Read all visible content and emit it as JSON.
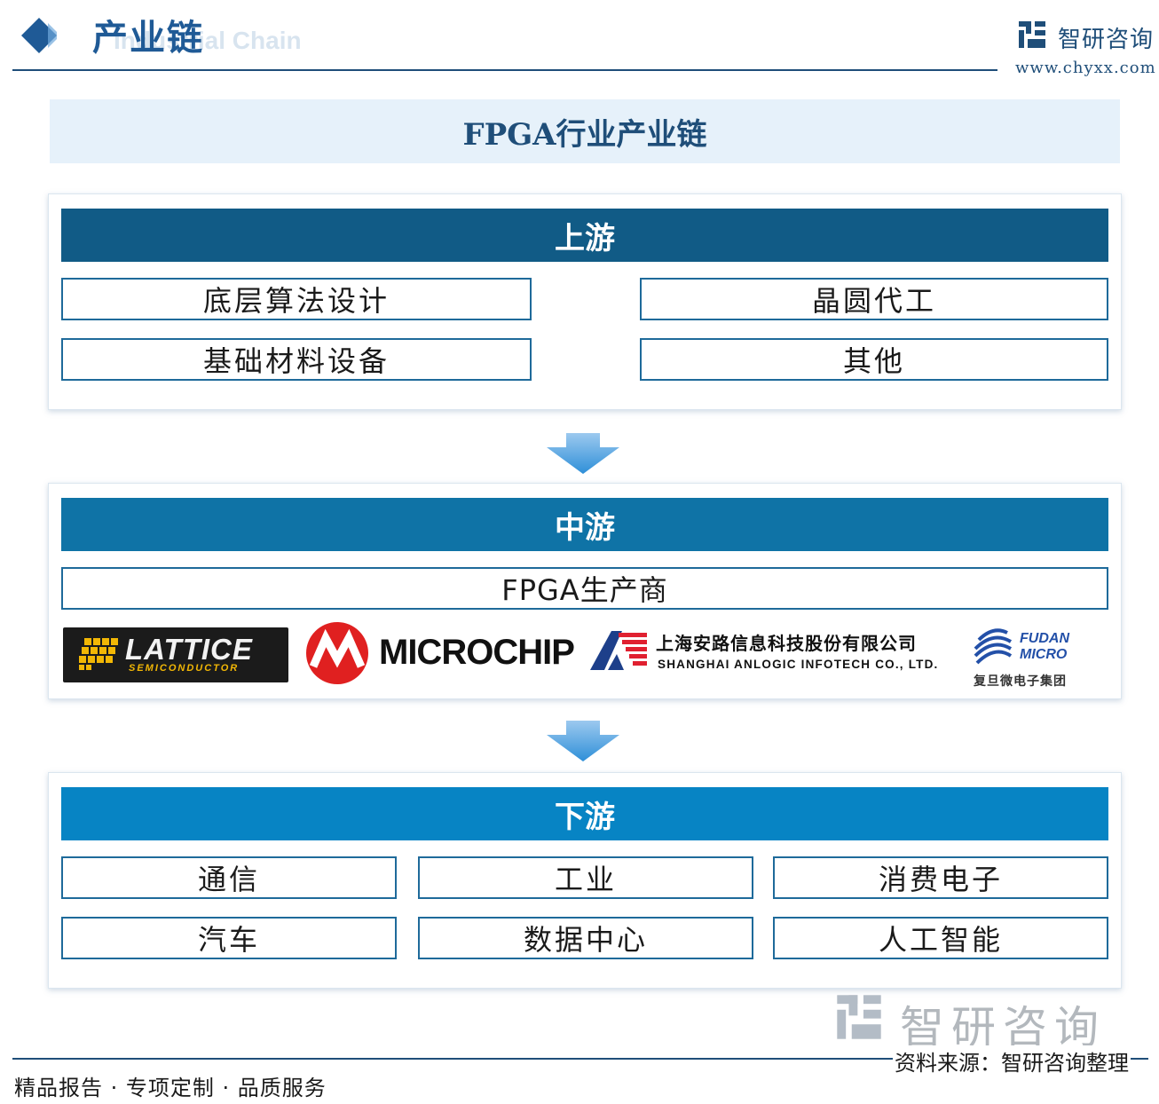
{
  "header": {
    "section_title": "产业链",
    "section_subtitle": "Industrial Chain",
    "brand_name": "智研咨询",
    "brand_url": "www.chyxx.com"
  },
  "main_title": "FPGA行业产业链",
  "upstream": {
    "label": "上游",
    "items": [
      "底层算法设计",
      "晶圆代工",
      "基础材料设备",
      "其他"
    ]
  },
  "midstream": {
    "label": "中游",
    "producer_label": "FPGA生产商",
    "logos": {
      "lattice_name": "LATTICE",
      "lattice_sub": "SEMICONDUCTOR",
      "microchip_name": "MICROCHIP",
      "anlogic_cn": "上海安路信息科技股份有限公司",
      "anlogic_en": "SHANGHAI ANLOGIC INFOTECH CO., LTD.",
      "fudan_en1": "FUDAN",
      "fudan_en2": "MICRO",
      "fudan_cn": "复旦微电子集团"
    }
  },
  "downstream": {
    "label": "下游",
    "items": [
      "通信",
      "工业",
      "消费电子",
      "汽车",
      "数据中心",
      "人工智能"
    ]
  },
  "footer": {
    "watermark_name": "智研咨询",
    "left_text": "精品报告 · 专项定制 · 品质服务",
    "source_text": "资料来源：智研咨询整理"
  },
  "colors": {
    "upstream_header": "#115b86",
    "midstream_header": "#0f73a6",
    "downstream_header": "#0784c4",
    "box_border": "#1e6a9a",
    "arrow": "#2e8fd8"
  }
}
